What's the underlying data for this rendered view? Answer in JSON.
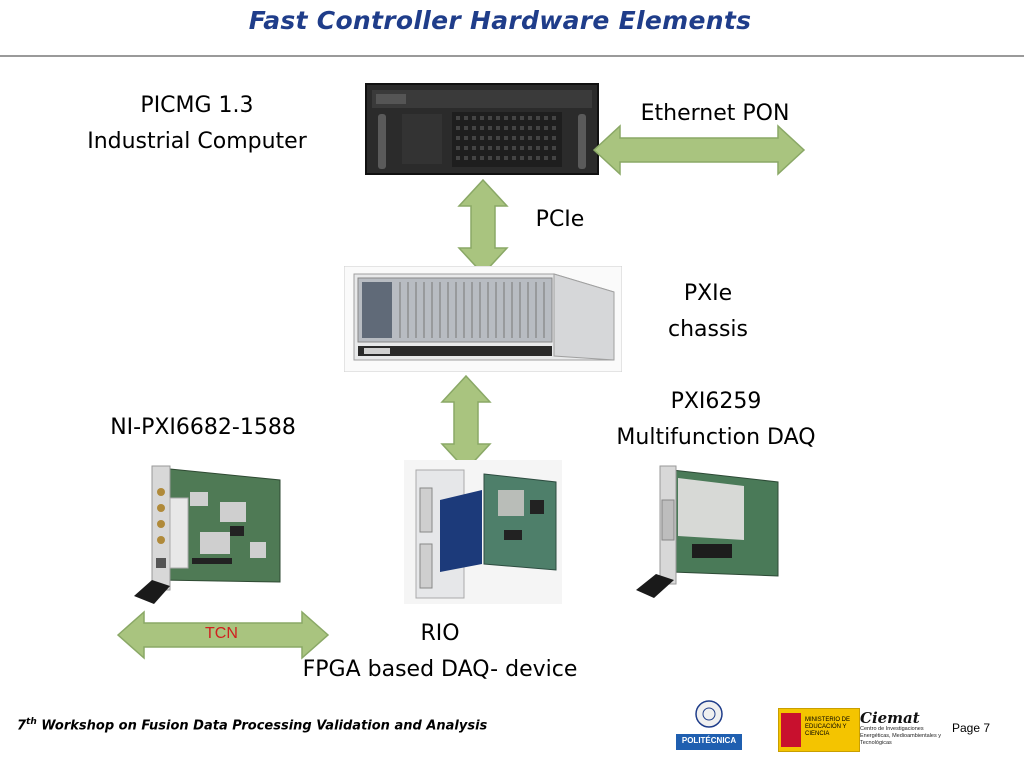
{
  "slide": {
    "title": "Fast Controller Hardware Elements"
  },
  "labels": {
    "computer_line1": "PICMG 1.3",
    "computer_line2": "Industrial Computer",
    "ethernet": "Ethernet PON",
    "pcie": "PCIe",
    "chassis_line1": "PXIe",
    "chassis_line2": "chassis",
    "pxi6682": "NI-PXI6682-1588",
    "pxi6259_line1": "PXI6259",
    "pxi6259_line2": "Multifunction DAQ",
    "tcn": "TCN",
    "rio_line1": "RIO",
    "rio_line2": "FPGA based DAQ- device"
  },
  "footer": {
    "workshop_num": "7",
    "workshop_sup": "th",
    "workshop_rest": " Workshop on Fusion Data Processing Validation and Analysis",
    "page": "Page 7",
    "logo_politecnica": "POLITÉCNICA",
    "logo_ministerio": "MINISTERIO DE EDUCACIÓN Y CIENCIA",
    "logo_ciemat": "Ciemat",
    "logo_ciemat_sub": "Centro de Investigaciones Energéticas, Medioambientales y Tecnológicas"
  },
  "colors": {
    "title": "#1f3d8a",
    "arrow_fill": "#a9c47f",
    "arrow_stroke": "#8aa866",
    "tcn": "#d02020"
  }
}
